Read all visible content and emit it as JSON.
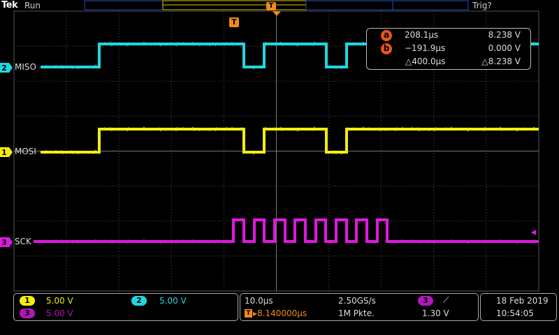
{
  "header": {
    "brand": "Tek",
    "acq_state": "Run",
    "trigger_status": "Trig?"
  },
  "trigger_marker": "T",
  "channels": [
    {
      "id": "2",
      "name": "MISO",
      "color": "#1ed8e0"
    },
    {
      "id": "1",
      "name": "MOSI",
      "color": "#f2ee10"
    },
    {
      "id": "3",
      "name": "SCK",
      "color": "#e018e0"
    }
  ],
  "cursors": {
    "a": {
      "label": "a",
      "time": "208.1µs",
      "value": "8.238 V"
    },
    "b": {
      "label": "b",
      "time": "−191.9µs",
      "value": "0.000 V"
    },
    "delta": {
      "time": "△400.0µs",
      "value": "△8.238 V"
    },
    "badge_color": "#e8561a"
  },
  "bottom": {
    "ch1": {
      "num": "1",
      "scale": "5.00 V"
    },
    "ch2": {
      "num": "2",
      "scale": "5.00 V"
    },
    "ch3": {
      "num": "3",
      "scale": "5.00 V"
    },
    "timebase": "10.0µs",
    "sample_rate": "2.50GS/s",
    "trig_pos": "▸8.140000µs",
    "record_length": "1M Pkte.",
    "trig_source": "3",
    "trig_slope": "⟋",
    "trig_level": "1.30 V",
    "date": "18 Feb  2019",
    "time": "10:54:05"
  }
}
